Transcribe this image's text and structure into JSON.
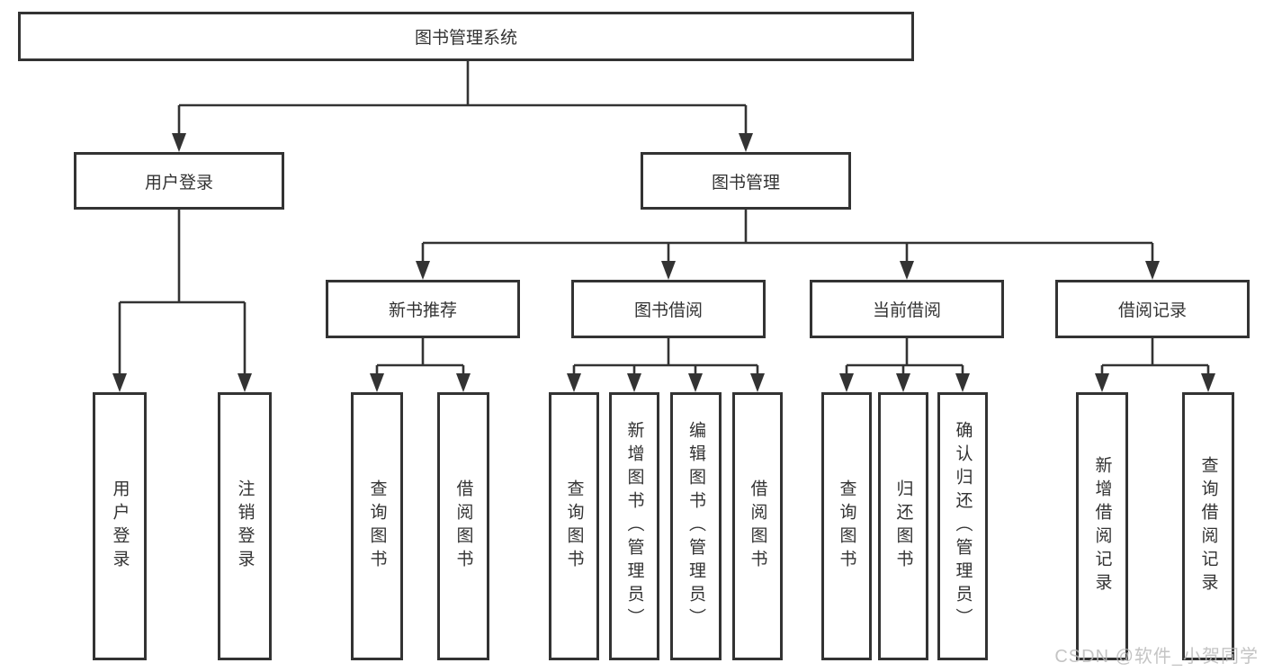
{
  "colors": {
    "line": "#333333",
    "box_border": "#333333",
    "text": "#333333",
    "watermark": "#bababa",
    "background": "#ffffff"
  },
  "watermark": {
    "text": "CSDN @软件_小贺同学"
  },
  "diagram": {
    "type": "hierarchy-tree",
    "tree": {
      "label": "图书管理系统",
      "children": [
        {
          "label": "用户登录",
          "children": [
            {
              "label": "用户登录"
            },
            {
              "label": "注销登录"
            }
          ]
        },
        {
          "label": "图书管理",
          "children": [
            {
              "label": "新书推荐",
              "children": [
                {
                  "label": "查询图书"
                },
                {
                  "label": "借阅图书"
                }
              ]
            },
            {
              "label": "图书借阅",
              "children": [
                {
                  "label": "查询图书"
                },
                {
                  "label": "新增图书（管理员）"
                },
                {
                  "label": "编辑图书（管理员）"
                },
                {
                  "label": "借阅图书"
                }
              ]
            },
            {
              "label": "当前借阅",
              "children": [
                {
                  "label": "查询图书"
                },
                {
                  "label": "归还图书"
                },
                {
                  "label": "确认归还（管理员）"
                }
              ]
            },
            {
              "label": "借阅记录",
              "children": [
                {
                  "label": "新增借阅记录"
                },
                {
                  "label": "查询借阅记录"
                }
              ]
            }
          ]
        }
      ]
    }
  }
}
